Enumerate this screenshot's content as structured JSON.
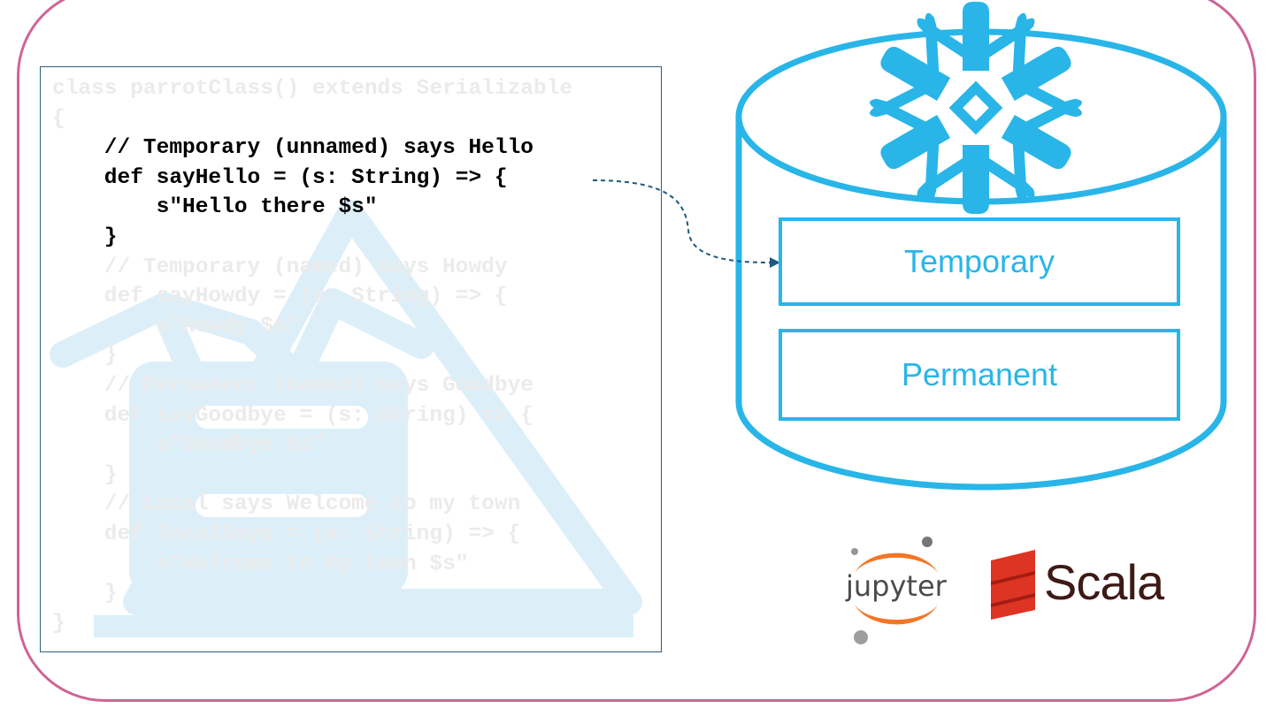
{
  "code": {
    "lines": [
      {
        "text": "class parrotClass() extends Serializable",
        "highlight": false
      },
      {
        "text": "{",
        "highlight": false
      },
      {
        "text": "    // Temporary (unnamed) says Hello",
        "highlight": true
      },
      {
        "text": "    def sayHello = (s: String) => {",
        "highlight": true
      },
      {
        "text": "        s\"Hello there $s\"",
        "highlight": true
      },
      {
        "text": "    }",
        "highlight": true
      },
      {
        "text": "    // Temporary (named) says Howdy",
        "highlight": false
      },
      {
        "text": "    def sayHowdy = (s: String) => {",
        "highlight": false
      },
      {
        "text": "        s\"Howdy $s\"",
        "highlight": false
      },
      {
        "text": "    }",
        "highlight": false
      },
      {
        "text": "    // Permanent (named) says Goodbye",
        "highlight": false
      },
      {
        "text": "    def sayGoodbye = (s: String) => {",
        "highlight": false
      },
      {
        "text": "        s\"Goodbye $s\"",
        "highlight": false
      },
      {
        "text": "    }",
        "highlight": false
      },
      {
        "text": "    // Local says Welcome to my town",
        "highlight": false
      },
      {
        "text": "    def localSays = (s: String) => {",
        "highlight": false
      },
      {
        "text": "        s\"Welcome to my town $s\"",
        "highlight": false
      },
      {
        "text": "    }",
        "highlight": false
      },
      {
        "text": "}",
        "highlight": false
      }
    ]
  },
  "database": {
    "logo_icon": "snowflake-icon",
    "temporary_label": "Temporary",
    "permanent_label": "Permanent"
  },
  "logos": {
    "jupyter_label": "jupyter",
    "scala_label": "Scala"
  },
  "colors": {
    "frame": "#cf6496",
    "accent": "#29b5e8",
    "code_highlight": "#000000",
    "code_faded": "#ebebeb",
    "watermark": "#dceff9",
    "scala_red": "#de3423",
    "scala_text": "#3e1a16",
    "jupyter_orange": "#f37626",
    "arrow": "#1e5a80"
  }
}
